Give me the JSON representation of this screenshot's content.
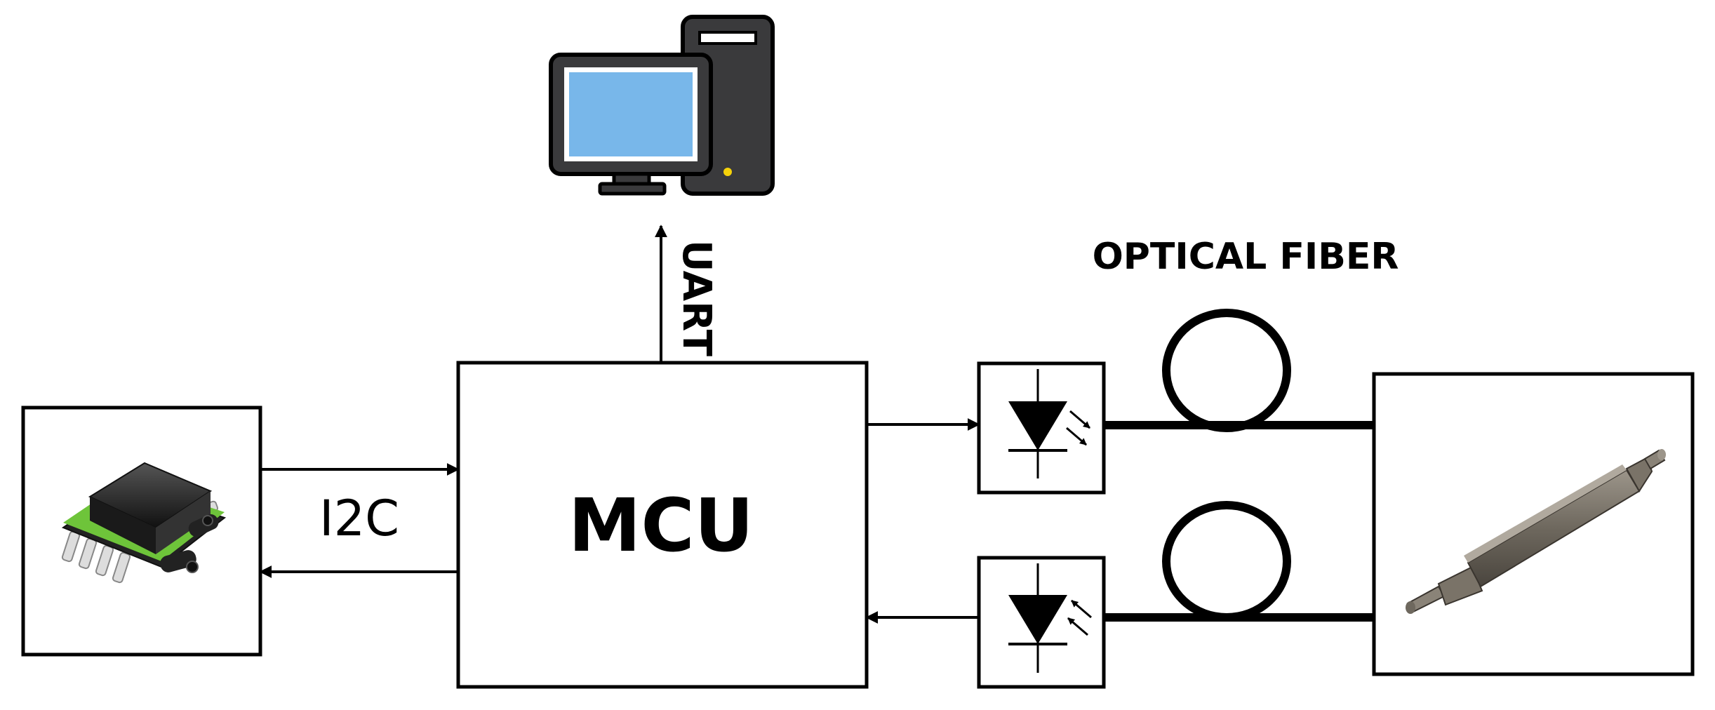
{
  "labels": {
    "mcu": "MCU",
    "uart": "UART",
    "i2c": "I2C",
    "optical_fiber": "OPTICAL FIBER"
  },
  "colors": {
    "stroke": "#000000",
    "screen": "#78B7EA",
    "case": "#3A3A3C",
    "led": "#F5D20A",
    "sensor_body": "#2B2B2B",
    "sensor_green": "#6EC43A",
    "rod": "#7A7368"
  },
  "icons": {
    "computer": "desktop-computer-icon",
    "pressure_sensor": "pressure-sensor-icon",
    "led_emitter": "led-emitter-icon",
    "photodiode": "photodiode-icon",
    "fiber_sensor": "fiber-sensor-rod-icon"
  }
}
